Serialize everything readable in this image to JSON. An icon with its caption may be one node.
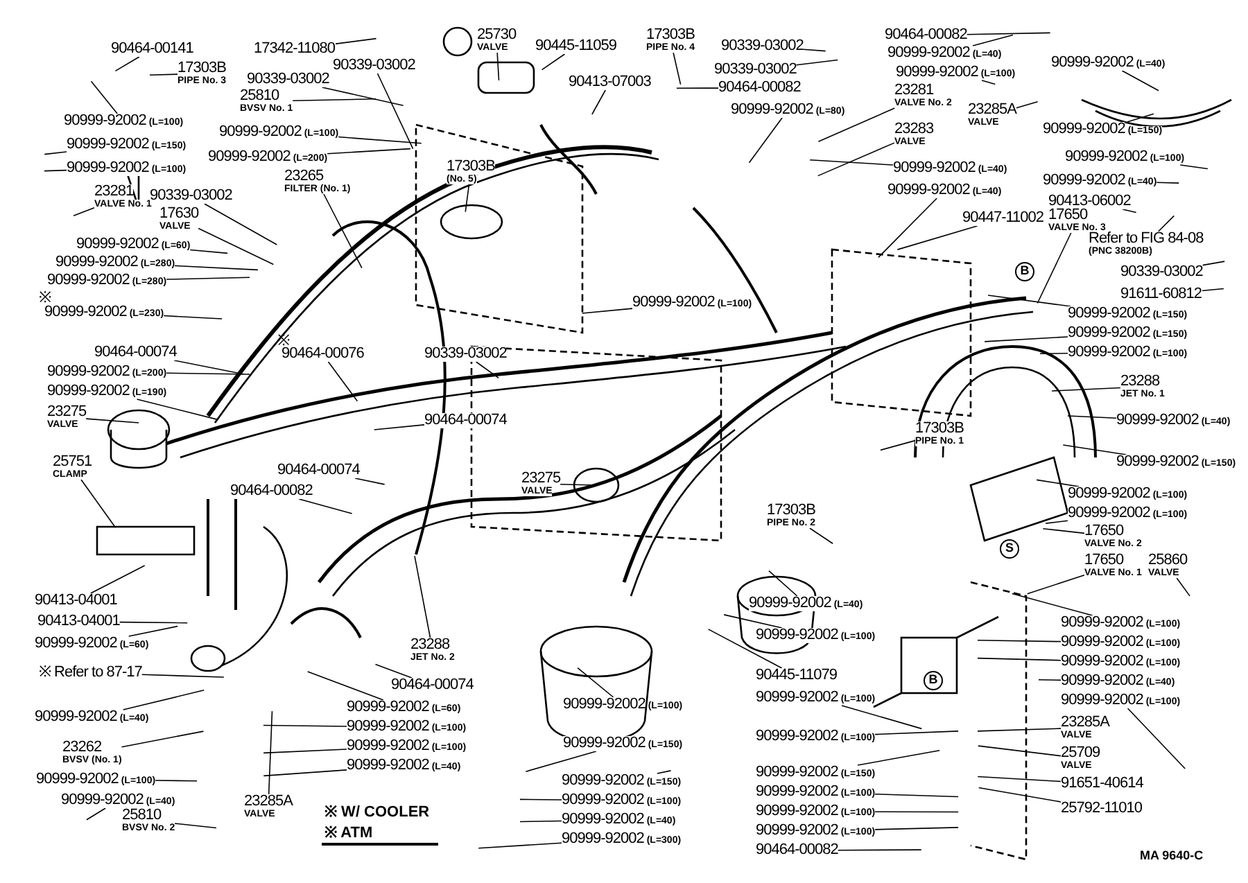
{
  "diagram": {
    "nodes": [
      {
        "text": [
          "90464-00141"
        ]
      },
      {
        "text": [
          "17303B",
          "PIPE No. 3"
        ]
      },
      {
        "text": [
          "17342-11080"
        ]
      },
      {
        "text": [
          "90339-03002"
        ]
      },
      {
        "text": [
          "90339-03002"
        ]
      },
      {
        "text": [
          "25810",
          "BVSV No. 1"
        ]
      },
      {
        "text": [
          "90999-92002",
          "(L=100)"
        ]
      },
      {
        "text": [
          "90999-92002",
          "(L=150)"
        ]
      },
      {
        "text": [
          "90999-92002",
          "(L=100)"
        ]
      },
      {
        "text": [
          "90999-92002",
          "(L=100)"
        ]
      },
      {
        "text": [
          "90999-92002",
          "(L=200)"
        ]
      },
      {
        "text": [
          "23265",
          "FILTER (No. 1)"
        ]
      },
      {
        "text": [
          "23281",
          "VALVE No. 1"
        ]
      },
      {
        "text": [
          "90339-03002"
        ]
      },
      {
        "text": [
          "17630",
          "VALVE"
        ]
      },
      {
        "text": [
          "90999-92002",
          "(L=60)"
        ]
      },
      {
        "text": [
          "90999-92002",
          "(L=280)"
        ]
      },
      {
        "text": [
          "90999-92002",
          "(L=280)"
        ]
      },
      {
        "text": [
          "90999-92002",
          "(L=230)"
        ]
      },
      {
        "text": [
          "90464-00074"
        ]
      },
      {
        "text": [
          "90999-92002",
          "(L=200)"
        ]
      },
      {
        "text": [
          "90999-92002",
          "(L=190)"
        ]
      },
      {
        "text": [
          "23275",
          "VALVE"
        ]
      },
      {
        "text": [
          "90464-00076"
        ]
      },
      {
        "text": [
          "90339-03002"
        ]
      },
      {
        "text": [
          "90464-00074"
        ]
      },
      {
        "text": [
          "17303B",
          "(No. 5)"
        ]
      },
      {
        "text": [
          "25730",
          "VALVE"
        ]
      },
      {
        "text": [
          "90445-11059"
        ]
      },
      {
        "text": [
          "90413-07003"
        ]
      },
      {
        "text": [
          "17303B",
          "PIPE No. 4"
        ]
      },
      {
        "text": [
          "90339-03002"
        ]
      },
      {
        "text": [
          "90339-03002"
        ]
      },
      {
        "text": [
          "90464-00082"
        ]
      },
      {
        "text": [
          "90999-92002",
          "(L=80)"
        ]
      },
      {
        "text": [
          "90999-92002",
          "(L=100)"
        ]
      },
      {
        "text": [
          "90464-00082"
        ]
      },
      {
        "text": [
          "90999-92002",
          "(L=40)"
        ]
      },
      {
        "text": [
          "90999-92002",
          "(L=100)"
        ]
      },
      {
        "text": [
          "90999-92002",
          "(L=40)"
        ]
      },
      {
        "text": [
          "23281",
          "VALVE No. 2"
        ]
      },
      {
        "text": [
          "23285A",
          "VALVE"
        ]
      },
      {
        "text": [
          "23283",
          "VALVE"
        ]
      },
      {
        "text": [
          "90999-92002",
          "(L=150)"
        ]
      },
      {
        "text": [
          "90999-92002",
          "(L=100)"
        ]
      },
      {
        "text": [
          "90999-92002",
          "(L=40)"
        ]
      },
      {
        "text": [
          "90999-92002",
          "(L=40)"
        ]
      },
      {
        "text": [
          "90999-92002",
          "(L=40)"
        ]
      },
      {
        "text": [
          "90413-06002"
        ]
      },
      {
        "text": [
          "90447-11002"
        ]
      },
      {
        "text": [
          "17650",
          "VALVE No. 3"
        ]
      },
      {
        "text": [
          "Refer to FIG 84-08",
          "(PNC 38200B)"
        ]
      },
      {
        "text": [
          "90339-03002"
        ]
      },
      {
        "text": [
          "91611-60812"
        ]
      },
      {
        "text": [
          "90999-92002",
          "(L=150)"
        ]
      },
      {
        "text": [
          "90999-92002",
          "(L=150)"
        ]
      },
      {
        "text": [
          "90999-92002",
          "(L=100)"
        ]
      },
      {
        "text": [
          "23288",
          "JET No. 1"
        ]
      },
      {
        "text": [
          "90999-92002",
          "(L=40)"
        ]
      },
      {
        "text": [
          "90999-92002",
          "(L=150)"
        ]
      },
      {
        "text": [
          "90999-92002",
          "(L=100)"
        ]
      },
      {
        "text": [
          "90999-92002",
          "(L=100)"
        ]
      },
      {
        "text": [
          "17650",
          "VALVE No. 2"
        ]
      },
      {
        "text": [
          "17650",
          "VALVE No. 1"
        ]
      },
      {
        "text": [
          "25860",
          "VALVE"
        ]
      },
      {
        "text": [
          "90999-92002",
          "(L=100)"
        ]
      },
      {
        "text": [
          "90999-92002",
          "(L=100)"
        ]
      },
      {
        "text": [
          "90999-92002",
          "(L=100)"
        ]
      },
      {
        "text": [
          "90999-92002",
          "(L=40)"
        ]
      },
      {
        "text": [
          "90999-92002",
          "(L=100)"
        ]
      },
      {
        "text": [
          "23285A",
          "VALVE"
        ]
      },
      {
        "text": [
          "25709",
          "VALVE"
        ]
      },
      {
        "text": [
          "91651-40614"
        ]
      },
      {
        "text": [
          "25792-11010"
        ]
      },
      {
        "text": [
          "17303B",
          "PIPE No. 1"
        ]
      },
      {
        "text": [
          "17303B",
          "PIPE No. 2"
        ]
      },
      {
        "text": [
          "90999-92002",
          "(L=40)"
        ]
      },
      {
        "text": [
          "90999-92002",
          "(L=100)"
        ]
      },
      {
        "text": [
          "90445-11079"
        ]
      },
      {
        "text": [
          "90999-92002",
          "(L=100)"
        ]
      },
      {
        "text": [
          "90999-92002",
          "(L=100)"
        ]
      },
      {
        "text": [
          "90999-92002",
          "(L=150)"
        ]
      },
      {
        "text": [
          "90999-92002",
          "(L=100)"
        ]
      },
      {
        "text": [
          "90999-92002",
          "(L=100)"
        ]
      },
      {
        "text": [
          "90999-92002",
          "(L=100)"
        ]
      },
      {
        "text": [
          "90464-00082"
        ]
      },
      {
        "text": [
          "90999-92002",
          "(L=150)"
        ]
      },
      {
        "text": [
          "90999-92002",
          "(L=100)"
        ]
      },
      {
        "text": [
          "90999-92002",
          "(L=40)"
        ]
      },
      {
        "text": [
          "90999-92002",
          "(L=300)"
        ]
      },
      {
        "text": [
          "90999-92002",
          "(L=100)"
        ]
      },
      {
        "text": [
          "90999-92002",
          "(L=150)"
        ]
      },
      {
        "text": [
          "23275",
          "VALVE"
        ]
      },
      {
        "text": [
          "90464-00074"
        ]
      },
      {
        "text": [
          "90464-00082"
        ]
      },
      {
        "text": [
          "25751",
          "CLAMP"
        ]
      },
      {
        "text": [
          "90413-04001"
        ]
      },
      {
        "text": [
          "90413-04001"
        ]
      },
      {
        "text": [
          "90999-92002",
          "(L=60)"
        ]
      },
      {
        "text": [
          "※ Refer to 87-17"
        ]
      },
      {
        "text": [
          "90999-92002",
          "(L=40)"
        ]
      },
      {
        "text": [
          "23262",
          "BVSV (No. 1)"
        ]
      },
      {
        "text": [
          "90999-92002",
          "(L=100)"
        ]
      },
      {
        "text": [
          "90999-92002",
          "(L=40)"
        ]
      },
      {
        "text": [
          "25810",
          "BVSV No. 2"
        ]
      },
      {
        "text": [
          "23285A",
          "VALVE"
        ]
      },
      {
        "text": [
          "23288",
          "JET No. 2"
        ]
      },
      {
        "text": [
          "90464-00074"
        ]
      },
      {
        "text": [
          "90999-92002",
          "(L=60)"
        ]
      },
      {
        "text": [
          "90999-92002",
          "(L=100)"
        ]
      },
      {
        "text": [
          "90999-92002",
          "(L=100)"
        ]
      },
      {
        "text": [
          "90999-92002",
          "(L=40)"
        ]
      }
    ],
    "edges": [
      {
        "from": 0,
        "to": null,
        "arrow": "none"
      },
      {
        "from": 1,
        "to": null,
        "arrow": "none"
      },
      {
        "from": 2,
        "to": null,
        "arrow": "none"
      },
      {
        "from": 3,
        "to": null,
        "arrow": "none"
      },
      {
        "from": 4,
        "to": null,
        "arrow": "none"
      },
      {
        "from": 5,
        "to": null,
        "arrow": "none"
      },
      {
        "from": 6,
        "to": null,
        "arrow": "none"
      },
      {
        "from": 7,
        "to": null,
        "arrow": "none"
      },
      {
        "from": 8,
        "to": null,
        "arrow": "none"
      },
      {
        "from": 9,
        "to": null,
        "arrow": "none"
      },
      {
        "from": 10,
        "to": null,
        "arrow": "none"
      },
      {
        "from": 11,
        "to": null,
        "arrow": "none"
      },
      {
        "from": 12,
        "to": null,
        "arrow": "none"
      },
      {
        "from": 13,
        "to": null,
        "arrow": "none"
      },
      {
        "from": 14,
        "to": null,
        "arrow": "none"
      },
      {
        "from": 15,
        "to": null,
        "arrow": "none"
      },
      {
        "from": 16,
        "to": null,
        "arrow": "none"
      },
      {
        "from": 17,
        "to": null,
        "arrow": "none"
      },
      {
        "from": 18,
        "to": null,
        "arrow": "none"
      },
      {
        "from": 19,
        "to": null,
        "arrow": "none"
      },
      {
        "from": 20,
        "to": null,
        "arrow": "none"
      },
      {
        "from": 21,
        "to": null,
        "arrow": "none"
      },
      {
        "from": 22,
        "to": null,
        "arrow": "none"
      },
      {
        "from": 23,
        "to": null,
        "arrow": "none"
      },
      {
        "from": 24,
        "to": null,
        "arrow": "none"
      },
      {
        "from": 25,
        "to": null,
        "arrow": "none"
      },
      {
        "from": 26,
        "to": null,
        "arrow": "none"
      },
      {
        "from": 27,
        "to": null,
        "arrow": "none"
      },
      {
        "from": 28,
        "to": null,
        "arrow": "none"
      },
      {
        "from": 29,
        "to": null,
        "arrow": "none"
      },
      {
        "from": 30,
        "to": null,
        "arrow": "none"
      },
      {
        "from": 31,
        "to": null,
        "arrow": "none"
      },
      {
        "from": 32,
        "to": null,
        "arrow": "none"
      },
      {
        "from": 33,
        "to": null,
        "arrow": "none"
      },
      {
        "from": 34,
        "to": null,
        "arrow": "none"
      },
      {
        "from": 35,
        "to": null,
        "arrow": "none"
      },
      {
        "from": 36,
        "to": null,
        "arrow": "none"
      },
      {
        "from": 37,
        "to": null,
        "arrow": "none"
      },
      {
        "from": 38,
        "to": null,
        "arrow": "none"
      },
      {
        "from": 39,
        "to": null,
        "arrow": "none"
      },
      {
        "from": 40,
        "to": null,
        "arrow": "none"
      },
      {
        "from": 41,
        "to": null,
        "arrow": "none"
      },
      {
        "from": 42,
        "to": null,
        "arrow": "none"
      },
      {
        "from": 43,
        "to": null,
        "arrow": "none"
      },
      {
        "from": 44,
        "to": null,
        "arrow": "none"
      },
      {
        "from": 45,
        "to": null,
        "arrow": "none"
      },
      {
        "from": 46,
        "to": null,
        "arrow": "none"
      },
      {
        "from": 47,
        "to": null,
        "arrow": "none"
      },
      {
        "from": 48,
        "to": null,
        "arrow": "none"
      },
      {
        "from": 49,
        "to": null,
        "arrow": "none"
      },
      {
        "from": 50,
        "to": null,
        "arrow": "none"
      },
      {
        "from": 51,
        "to": null,
        "arrow": "none"
      },
      {
        "from": 52,
        "to": null,
        "arrow": "none"
      },
      {
        "from": 53,
        "to": null,
        "arrow": "none"
      },
      {
        "from": 54,
        "to": null,
        "arrow": "none"
      },
      {
        "from": 55,
        "to": null,
        "arrow": "none"
      },
      {
        "from": 56,
        "to": null,
        "arrow": "none"
      },
      {
        "from": 57,
        "to": null,
        "arrow": "none"
      },
      {
        "from": 58,
        "to": null,
        "arrow": "none"
      },
      {
        "from": 59,
        "to": null,
        "arrow": "none"
      },
      {
        "from": 60,
        "to": null,
        "arrow": "none"
      },
      {
        "from": 61,
        "to": null,
        "arrow": "none"
      },
      {
        "from": 62,
        "to": null,
        "arrow": "none"
      },
      {
        "from": 63,
        "to": null,
        "arrow": "none"
      },
      {
        "from": 64,
        "to": null,
        "arrow": "none"
      },
      {
        "from": 65,
        "to": null,
        "arrow": "none"
      },
      {
        "from": 66,
        "to": null,
        "arrow": "none"
      },
      {
        "from": 67,
        "to": null,
        "arrow": "none"
      },
      {
        "from": 68,
        "to": null,
        "arrow": "none"
      },
      {
        "from": 69,
        "to": null,
        "arrow": "none"
      },
      {
        "from": 70,
        "to": null,
        "arrow": "none"
      },
      {
        "from": 71,
        "to": null,
        "arrow": "none"
      },
      {
        "from": 72,
        "to": null,
        "arrow": "none"
      },
      {
        "from": 73,
        "to": null,
        "arrow": "none"
      },
      {
        "from": 74,
        "to": null,
        "arrow": "none"
      },
      {
        "from": 75,
        "to": null,
        "arrow": "none"
      },
      {
        "from": 76,
        "to": null,
        "arrow": "none"
      },
      {
        "from": 77,
        "to": null,
        "arrow": "none"
      },
      {
        "from": 78,
        "to": null,
        "arrow": "none"
      },
      {
        "from": 79,
        "to": null,
        "arrow": "none"
      },
      {
        "from": 80,
        "to": null,
        "arrow": "none"
      },
      {
        "from": 81,
        "to": null,
        "arrow": "none"
      },
      {
        "from": 82,
        "to": null,
        "arrow": "none"
      },
      {
        "from": 83,
        "to": null,
        "arrow": "none"
      },
      {
        "from": 84,
        "to": null,
        "arrow": "none"
      },
      {
        "from": 85,
        "to": null,
        "arrow": "none"
      },
      {
        "from": 86,
        "to": null,
        "arrow": "none"
      },
      {
        "from": 87,
        "to": null,
        "arrow": "none"
      },
      {
        "from": 88,
        "to": null,
        "arrow": "none"
      },
      {
        "from": 89,
        "to": null,
        "arrow": "none"
      },
      {
        "from": 90,
        "to": null,
        "arrow": "none"
      },
      {
        "from": 91,
        "to": null,
        "arrow": "none"
      },
      {
        "from": 92,
        "to": null,
        "arrow": "none"
      },
      {
        "from": 93,
        "to": null,
        "arrow": "none"
      },
      {
        "from": 94,
        "to": null,
        "arrow": "none"
      },
      {
        "from": 95,
        "to": null,
        "arrow": "none"
      },
      {
        "from": 96,
        "to": null,
        "arrow": "none"
      },
      {
        "from": 97,
        "to": null,
        "arrow": "none"
      },
      {
        "from": 98,
        "to": null,
        "arrow": "none"
      },
      {
        "from": 99,
        "to": null,
        "arrow": "none"
      },
      {
        "from": 100,
        "to": null,
        "arrow": "none"
      },
      {
        "from": 101,
        "to": null,
        "arrow": "none"
      },
      {
        "from": 102,
        "to": null,
        "arrow": "none"
      },
      {
        "from": 103,
        "to": null,
        "arrow": "none"
      },
      {
        "from": 104,
        "to": null,
        "arrow": "none"
      },
      {
        "from": 105,
        "to": null,
        "arrow": "none"
      },
      {
        "from": 106,
        "to": null,
        "arrow": "none"
      },
      {
        "from": 107,
        "to": null,
        "arrow": "none"
      },
      {
        "from": 108,
        "to": null,
        "arrow": "none"
      },
      {
        "from": 109,
        "to": null,
        "arrow": "none"
      },
      {
        "from": 110,
        "to": null,
        "arrow": "none"
      },
      {
        "from": 111,
        "to": null,
        "arrow": "none"
      }
    ],
    "labels": [
      "※",
      "※",
      "B",
      "S",
      "B",
      "※ W/ COOLER",
      "※ ATM",
      "MA 9640-C"
    ]
  }
}
